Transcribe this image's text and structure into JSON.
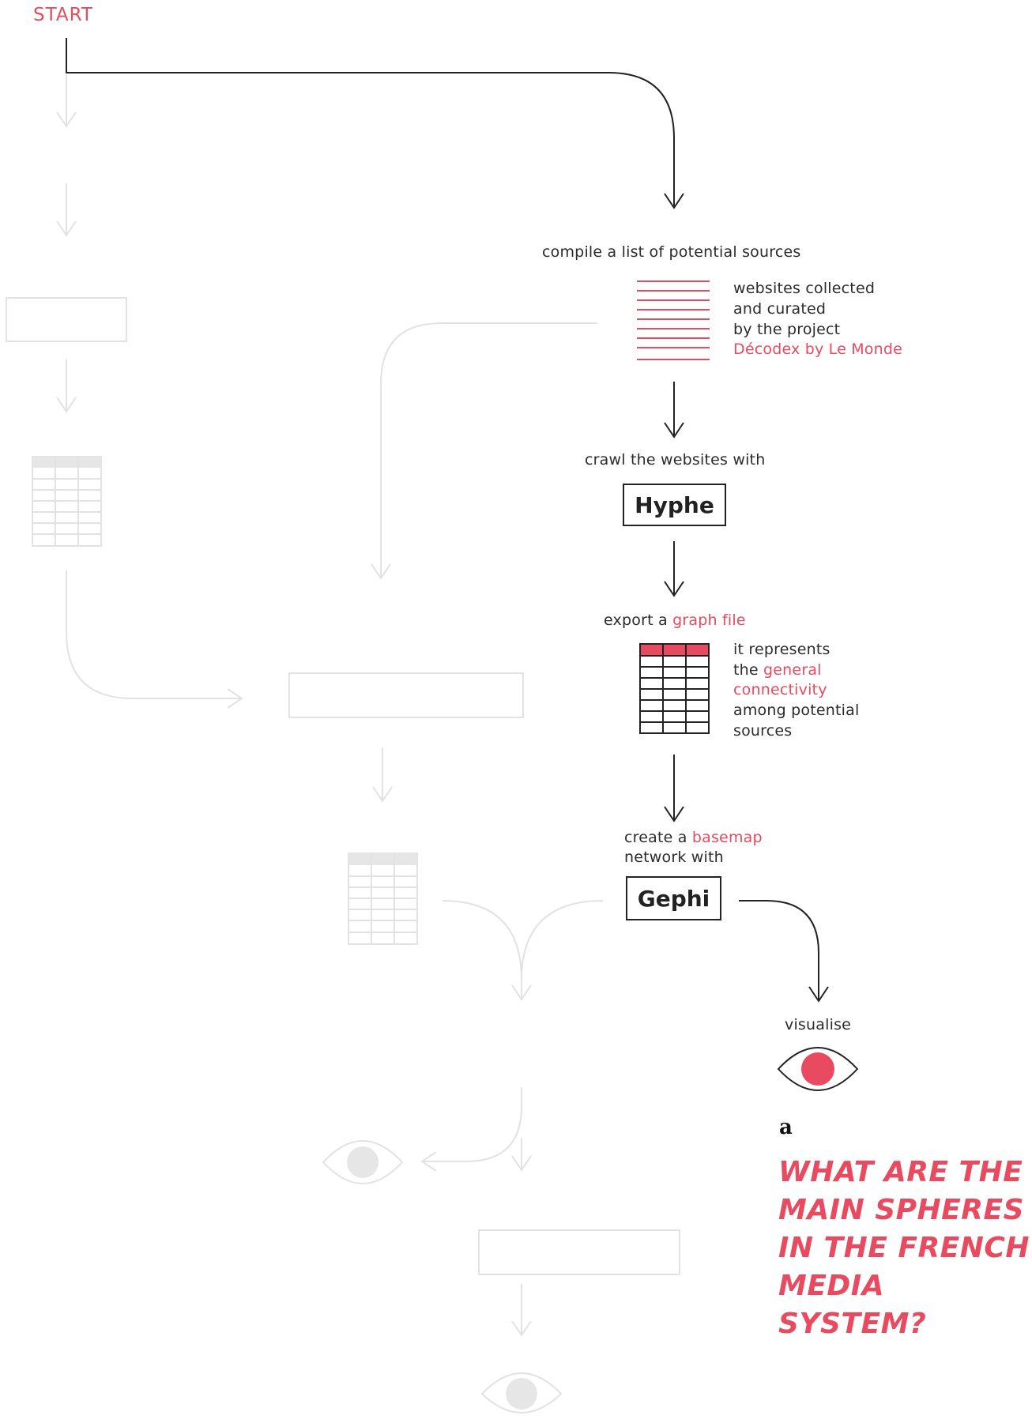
{
  "start_label": "START",
  "steps": {
    "compile": "compile a list of potential sources",
    "websites_note": [
      "websites collected",
      "and curated",
      "by the project"
    ],
    "websites_source": "Décodex by Le Monde",
    "crawl": "crawl the websites with",
    "crawl_tool": "Hyphe",
    "export_prefix": "export a",
    "export_highlight": "graph file",
    "graph_note": {
      "line1": "it represents",
      "line2_prefix": "the",
      "line2_highlight": "general",
      "line3_highlight": "connectivity",
      "line4": "among potential",
      "line5": "sources"
    },
    "basemap_prefix": "create a",
    "basemap_highlight": "basemap",
    "basemap_line2": "network with",
    "basemap_tool": "Gephi",
    "visualise": "visualise"
  },
  "marker": "a",
  "question": [
    "WHAT ARE THE",
    "MAIN SPHERES",
    "IN THE FRENCH",
    "MEDIA SYSTEM?"
  ],
  "colors": {
    "accent": "#e84a5f",
    "ink": "#222222",
    "ghost": "#e2e2e2",
    "ghost_fill": "#e6e6e7"
  },
  "icons": [
    "list-icon",
    "table-icon",
    "eye-icon",
    "arrow-down-icon"
  ]
}
